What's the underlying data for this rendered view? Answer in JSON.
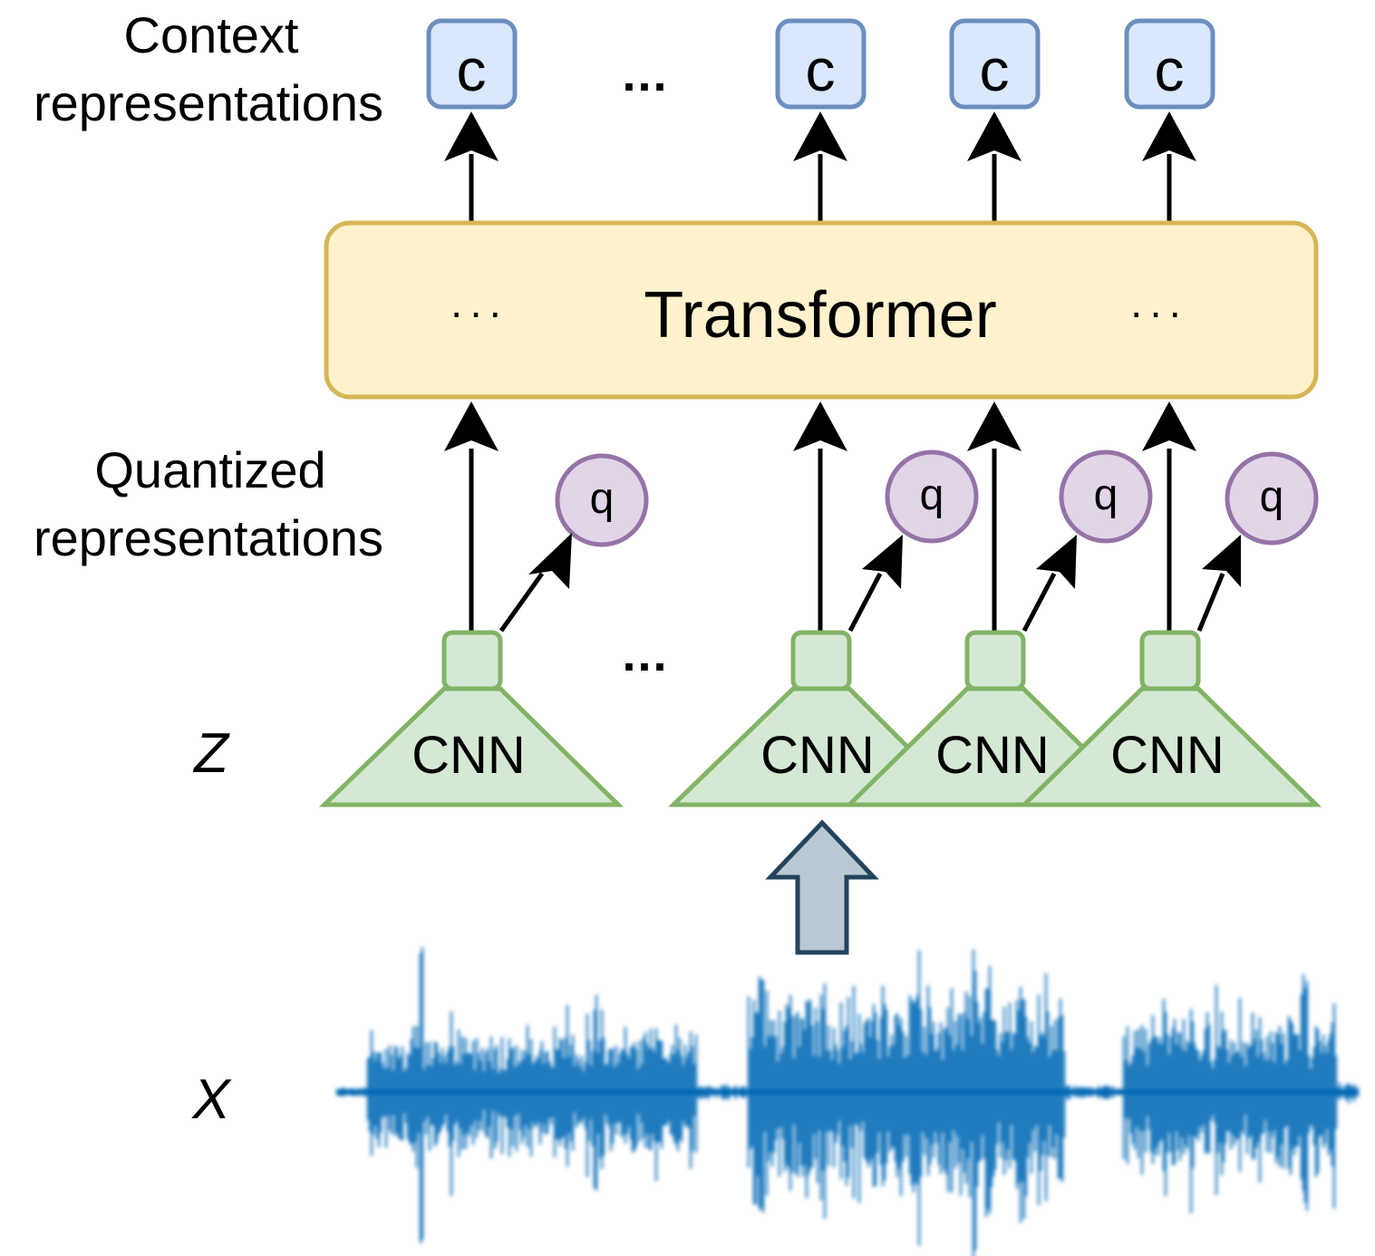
{
  "labels": {
    "context_line1": "Context",
    "context_line2": "representations",
    "quantized_line1": "Quantized",
    "quantized_line2": "representations",
    "z": "Z",
    "x": "X"
  },
  "transformer": {
    "label": "Transformer",
    "left_dots": "···",
    "right_dots": "···"
  },
  "context_nodes": [
    "c",
    "c",
    "c",
    "c"
  ],
  "quantized_nodes": [
    "q",
    "q",
    "q",
    "q"
  ],
  "encoders": [
    "CNN",
    "CNN",
    "CNN",
    "CNN"
  ],
  "ellipsis": "...",
  "colors": {
    "context_fill": "#dae8fc",
    "context_stroke": "#6c8ebf",
    "transformer_fill": "#fff2cc",
    "transformer_stroke": "#d6b656",
    "quant_fill": "#e1d5e7",
    "quant_stroke": "#9673a6",
    "cnn_fill": "#d5e8d4",
    "cnn_stroke": "#82b366",
    "input_arrow_fill": "#bac8d3",
    "input_arrow_stroke": "#23445d",
    "waveform": "#0068b5"
  }
}
